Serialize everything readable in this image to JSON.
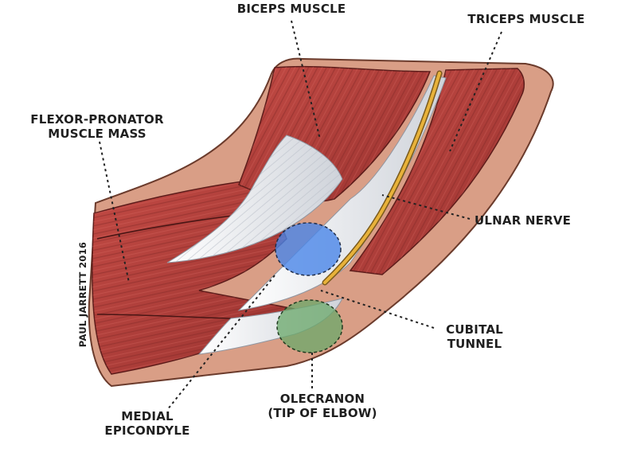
{
  "labels": {
    "biceps": "BICEPS MUSCLE",
    "triceps": "TRICEPS MUSCLE",
    "flexor_line1": "FLEXOR-PRONATOR",
    "flexor_line2": "MUSCLE MASS",
    "ulnar_nerve": "ULNAR NERVE",
    "cubital_line1": "CUBITAL",
    "cubital_line2": "TUNNEL",
    "olecranon_line1": "OLECRANON",
    "olecranon_line2": "(TIP OF ELBOW)",
    "medial_line1": "MEDIAL",
    "medial_line2": "EPICONDYLE"
  },
  "credit": "PAUL JARRETT 2016",
  "colors": {
    "muscle": "#b8403c",
    "muscle_dark": "#8e2c2a",
    "skin": "#d99e86",
    "tendon": "#eef0f4",
    "nerve": "#e8b23a",
    "epicondyle_marker": "#4a86e8",
    "olecranon_marker": "#6aa86a",
    "leader_line": "#222222"
  }
}
